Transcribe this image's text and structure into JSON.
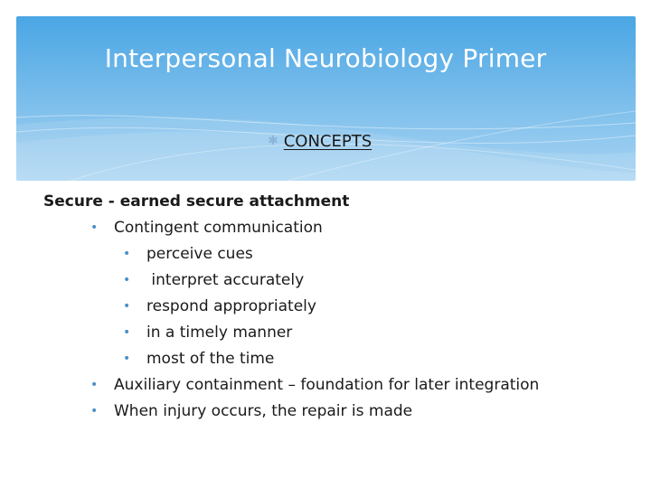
{
  "title": "Interpersonal Neurobiology Primer",
  "concepts": {
    "marker_icon": "asterisk-icon",
    "label": "CONCEPTS"
  },
  "heading": "Secure - earned secure attachment",
  "items": [
    {
      "text": "Contingent communication",
      "sub": [
        "perceive cues",
        " interpret accurately",
        "respond appropriately",
        "in a timely manner",
        "most of the time"
      ]
    },
    {
      "text": "Auxiliary containment – foundation for later integration"
    },
    {
      "text": "When injury occurs, the repair is made"
    }
  ],
  "colors": {
    "banner_top": "#4aa6e4",
    "banner_bottom": "#a9d4f2",
    "bullet": "#4a90c8"
  }
}
